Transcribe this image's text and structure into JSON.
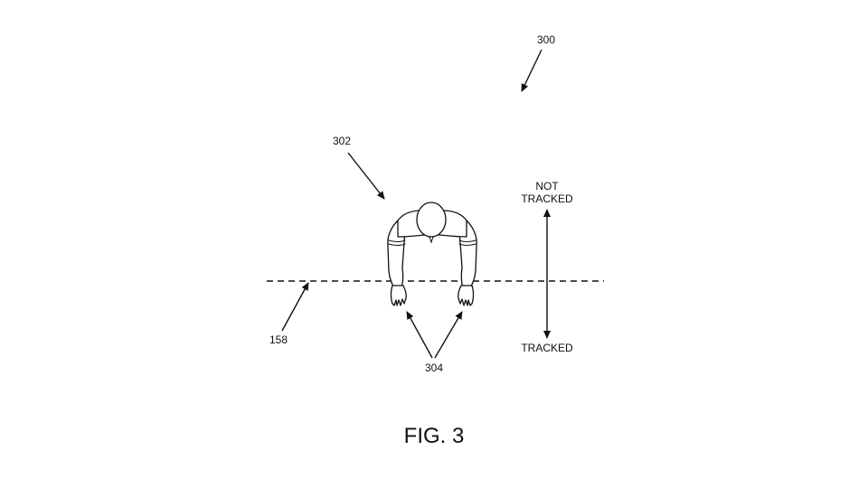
{
  "figure": {
    "caption": "FIG. 3",
    "references": {
      "system": "300",
      "user": "302",
      "hands": "304",
      "boundary": "158"
    },
    "zones": {
      "upper_line1": "NOT",
      "upper_line2": "TRACKED",
      "lower": "TRACKED"
    }
  },
  "colors": {
    "ink": "#111111",
    "background": "#ffffff"
  }
}
